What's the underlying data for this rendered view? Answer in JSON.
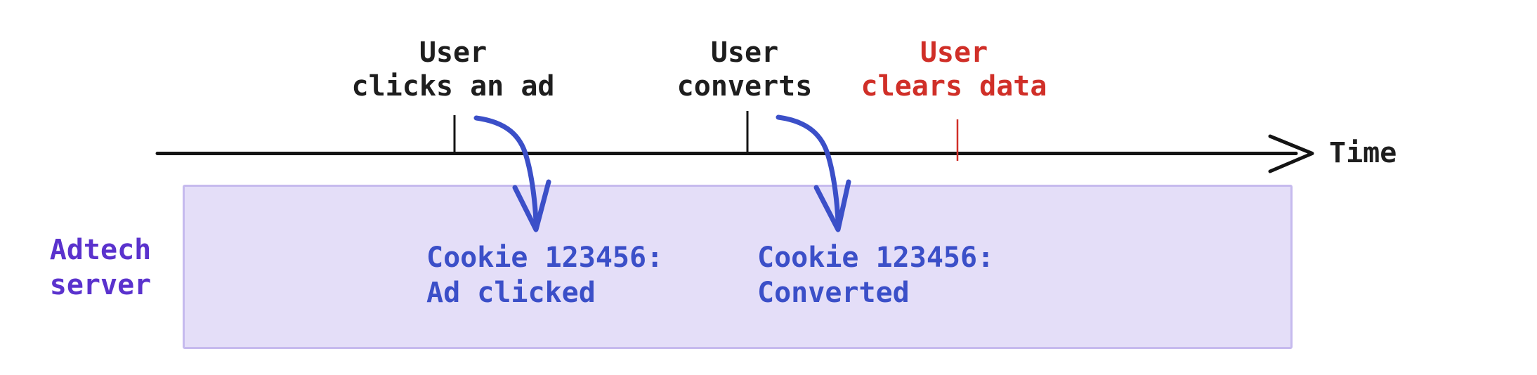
{
  "timeline": {
    "axis_label": "Time",
    "events": [
      {
        "label": "User\nclicks an ad"
      },
      {
        "label": "User\nconverts"
      },
      {
        "label": "User\nclears data"
      }
    ]
  },
  "adtech_server": {
    "label": "Adtech\nserver",
    "records": [
      {
        "text": "Cookie 123456:\nAd clicked"
      },
      {
        "text": "Cookie 123456:\nConverted"
      }
    ]
  },
  "colors": {
    "event_text": "#1e1e1e",
    "cleared_event_text": "#d02f28",
    "record_text": "#3b4fc8",
    "arrow": "#3b4fc8",
    "server_label": "#5a32cd",
    "server_box_fill": "#e4def8",
    "server_box_border": "#c6baee",
    "axis": "#141414"
  }
}
